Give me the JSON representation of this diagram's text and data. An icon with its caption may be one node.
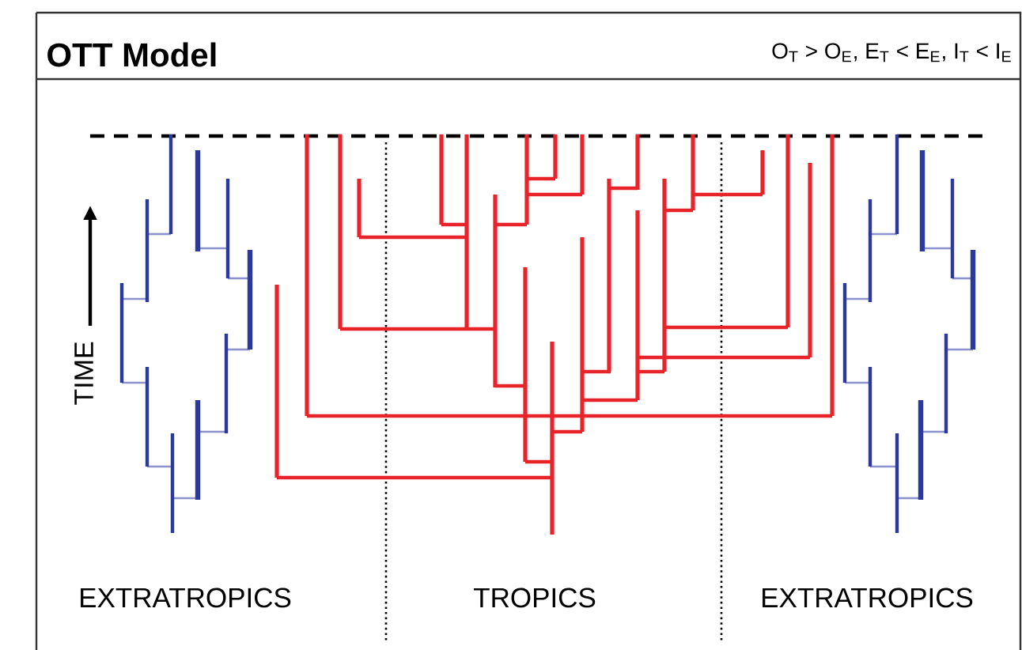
{
  "diagram": {
    "title": "OTT Model",
    "labels": [
      "O$_{T}$ > O$_{E}$, E$_{T}$ < E$_{E}$, I$_{T}$ < I$_{E}$",
      "TIME",
      "EXTRATROPICS",
      "TROPICS",
      "EXTRATROPICS"
    ]
  }
}
